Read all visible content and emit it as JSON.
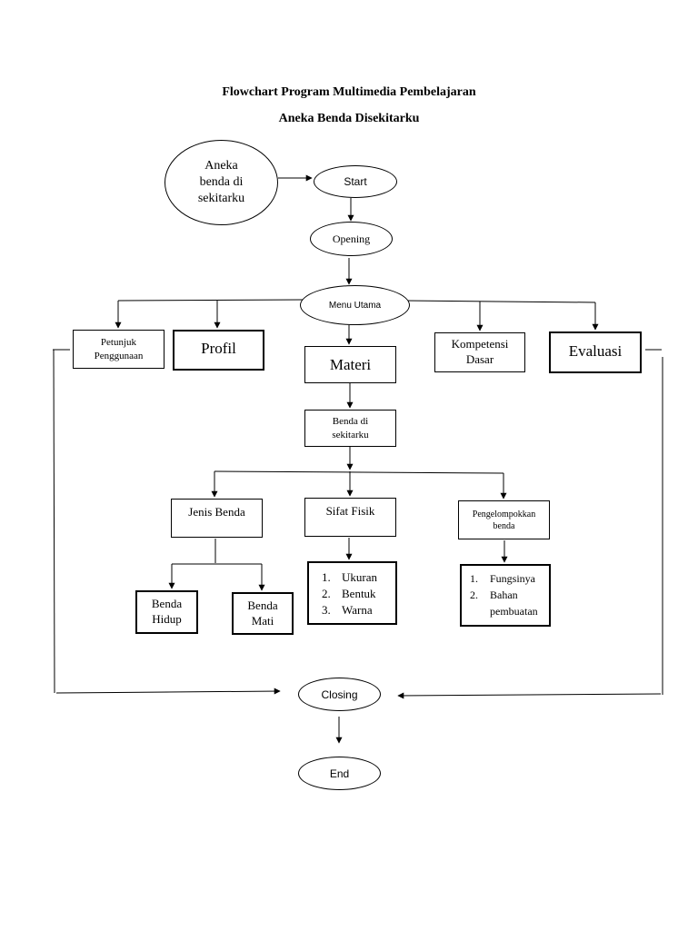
{
  "title": {
    "line1": "Flowchart Program Multimedia Pembelajaran",
    "line2": "Aneka Benda Disekitarku"
  },
  "nodes": {
    "aneka": "Aneka\nbenda di\nsekitarku",
    "start": "Start",
    "opening": "Opening",
    "menu_utama": "Menu Utama",
    "petunjuk": "Petunjuk\nPenggunaan",
    "profil": "Profil",
    "materi": "Materi",
    "kompetensi": "Kompetensi\nDasar",
    "evaluasi": "Evaluasi",
    "benda_sekitarku": "Benda di\nsekitarku",
    "jenis_benda": "Jenis Benda",
    "sifat_fisik": "Sifat Fisik",
    "pengelompokkan": "Pengelompokkan\nbenda",
    "benda_hidup": "Benda\nHidup",
    "benda_mati": "Benda\nMati",
    "closing": "Closing",
    "end": "End"
  },
  "lists": {
    "sifat": [
      {
        "num": "1.",
        "text": "Ukuran"
      },
      {
        "num": "2.",
        "text": "Bentuk"
      },
      {
        "num": "3.",
        "text": "Warna"
      }
    ],
    "kelompok": [
      {
        "num": "1.",
        "text": "Fungsinya"
      },
      {
        "num": "2.",
        "text": "Bahan\npembuatan"
      }
    ]
  }
}
